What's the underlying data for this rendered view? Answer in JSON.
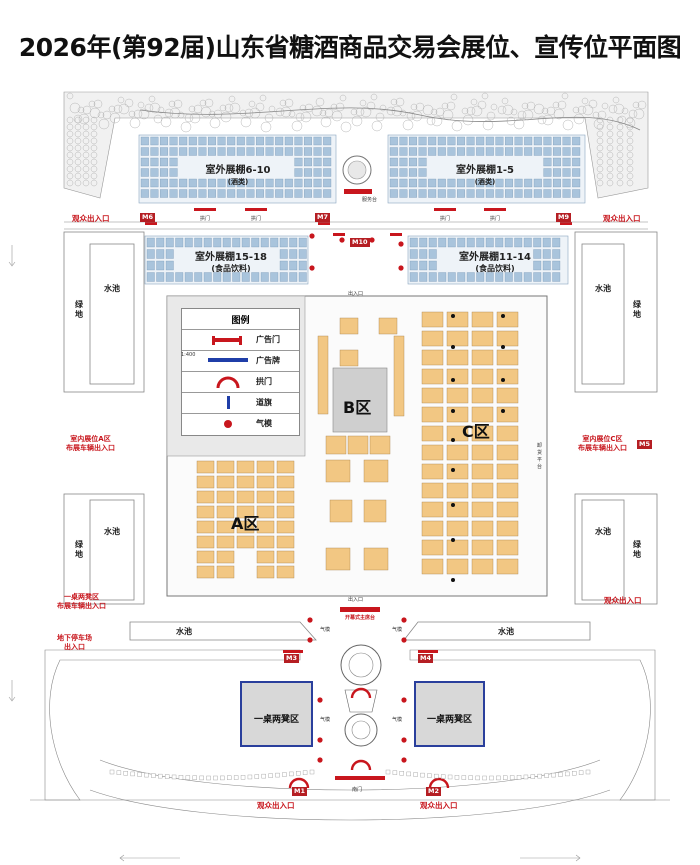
{
  "title": "2026年(第92届)山东省糖酒商品交易会展位、宣传位平面图",
  "outdoor": {
    "tent_6_10": "室外展棚6-10",
    "tent_6_10_sub": "(酒类)",
    "tent_1_5": "室外展棚1-5",
    "tent_1_5_sub": "(酒类)",
    "tent_15_18": "室外展棚15-18",
    "tent_15_18_sub": "(食品饮料)",
    "tent_11_14": "室外展棚11-14",
    "tent_11_14_sub": "(食品饮料)"
  },
  "exits": {
    "audience_exit": "观众出入口",
    "entrance": "出入口",
    "indoor_a": "室内展位A区\n布展车辆出入口",
    "indoor_c": "室内展位C区\n布展车辆出入口",
    "desk_zone_exit": "一桌两凳区\n布展车辆出入口",
    "parking": "地下停车场\n出入口"
  },
  "zones": {
    "a": "A区",
    "b": "B区",
    "c": "C区"
  },
  "features": {
    "water_pool": "水池",
    "green_land": "绿地",
    "desk_zone": "一桌两凳区",
    "arch_gate": "拱门",
    "air_model": "气模",
    "opening_stage": "开幕式主席台",
    "service": "服务台",
    "platform": "卸货平台",
    "main_gate": "南门",
    "scale": "1:400"
  },
  "m_tags": [
    "M1",
    "M2",
    "M3",
    "M4",
    "M5",
    "M6",
    "M7",
    "M9",
    "M10"
  ],
  "legend": {
    "title": "图例",
    "items": [
      {
        "label": "广告门",
        "icon": "ad-gate-icon"
      },
      {
        "label": "广告牌",
        "icon": "billboard-icon"
      },
      {
        "label": "拱门",
        "icon": "arch-icon"
      },
      {
        "label": "道旗",
        "icon": "flag-icon"
      },
      {
        "label": "气模",
        "icon": "air-model-icon"
      }
    ]
  },
  "colors": {
    "booth": "#f2c783",
    "tent": "#a9c4dc",
    "accent_red": "#c8161d",
    "desk_border": "#2a3f9c"
  }
}
